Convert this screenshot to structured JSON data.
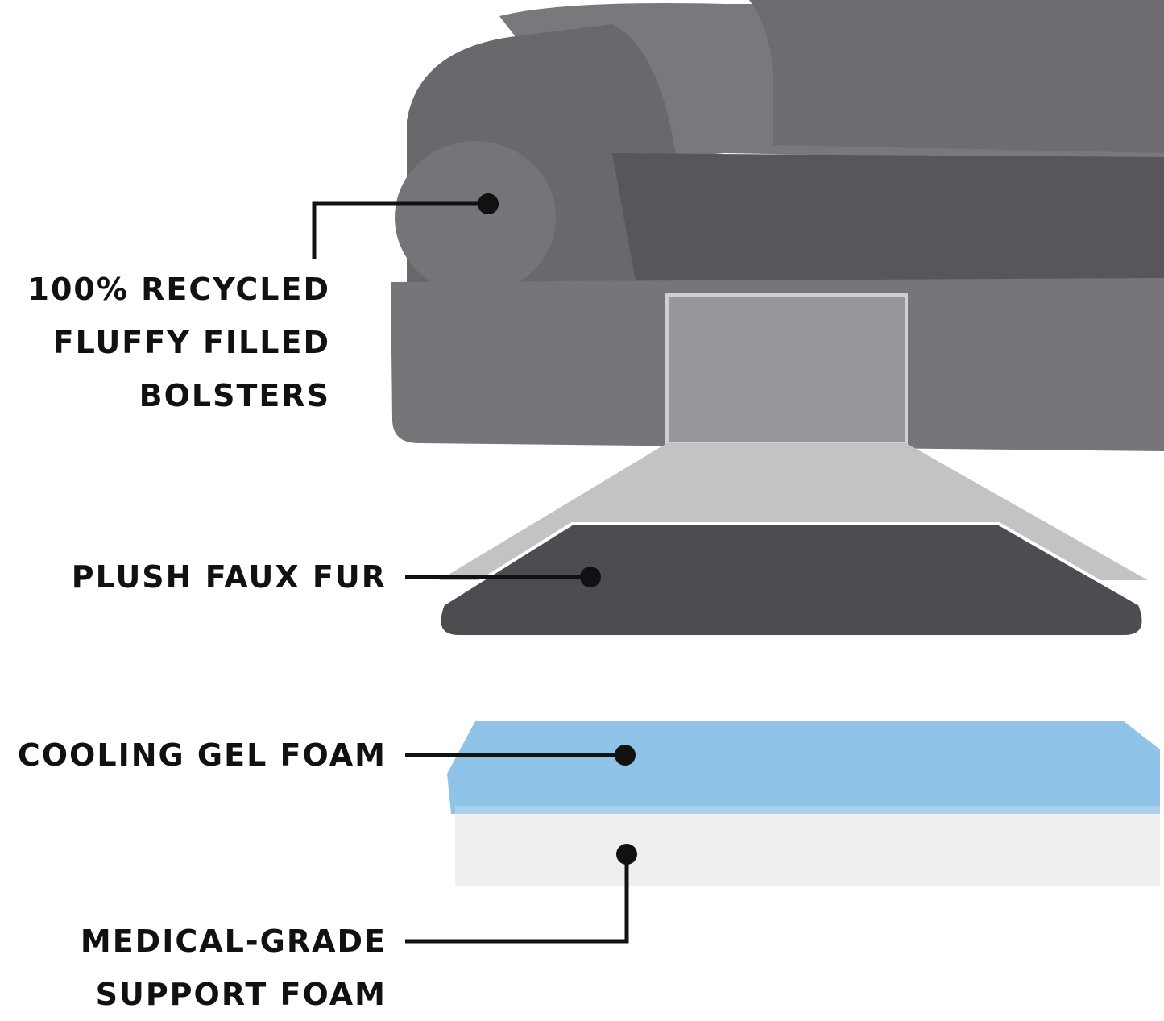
{
  "labels": {
    "bolsters": [
      "100% RECYCLED",
      "FLUFFY FILLED",
      "BOLSTERS"
    ],
    "fur": "PLUSH FAUX FUR",
    "gel": "COOLING GEL FOAM",
    "support": [
      "MEDICAL-GRADE",
      "SUPPORT FOAM"
    ]
  },
  "colors": {
    "bed": "#6f6c72",
    "bed_dark": "#58555b",
    "fur": "#4f4c51",
    "gel": "#8fc3e8",
    "support": "#eeeeee",
    "callout": "#111111"
  }
}
